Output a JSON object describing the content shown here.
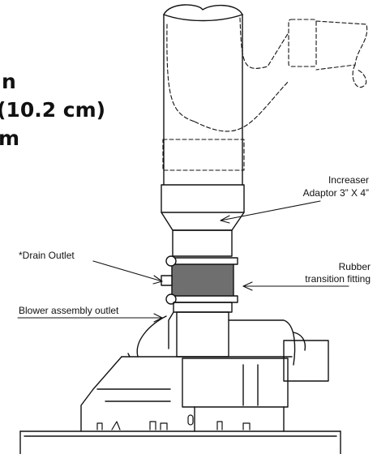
{
  "heading": {
    "line1": "n",
    "line2": "(10.2 cm)",
    "line3": "m"
  },
  "labels": {
    "increaser_line1": "Increaser",
    "increaser_line2": "Adaptor 3” X 4”",
    "drain_outlet": "*Drain Outlet",
    "rubber_line1": "Rubber",
    "rubber_line2": "transition fitting",
    "blower_outlet": "Blower assembly outlet"
  }
}
